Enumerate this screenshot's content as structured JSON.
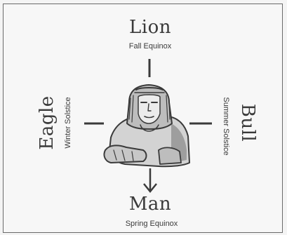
{
  "diagram": {
    "top": {
      "name": "Lion",
      "subtitle": "Fall Equinox"
    },
    "bottom": {
      "name": "Man",
      "subtitle": "Spring Equinox"
    },
    "left": {
      "name": "Eagle",
      "subtitle": "Winter Solstice"
    },
    "right": {
      "name": "Bull",
      "subtitle": "Summer Solstice"
    },
    "colors": {
      "ink": "#3a3a3a",
      "frame": "#6a6a6a",
      "background": "#f7f7f7"
    },
    "center_icon": "sphinx-icon"
  }
}
